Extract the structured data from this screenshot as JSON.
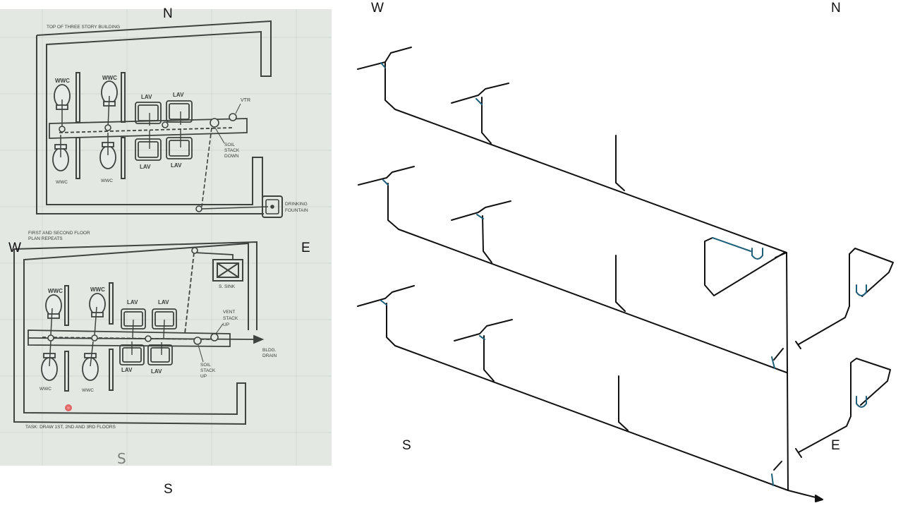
{
  "compass": {
    "photo_north": "N",
    "photo_west": "W",
    "photo_east": "E",
    "photo_south": "S",
    "iso_west": "W",
    "iso_north": "N",
    "iso_south": "S",
    "iso_east": "E"
  },
  "plan": {
    "top_title": "TOP OF THREE STORY BUILDING",
    "wwc": "WWC",
    "wwc_lower": "WWC",
    "lav": "LAV",
    "vtr": "VTR",
    "soil_stack_down": [
      "SOIL",
      "STACK",
      "DOWN"
    ],
    "drinking_fountain": [
      "DRINKING",
      "FOUNTAIN"
    ],
    "floor_note": [
      "FIRST AND SECOND FLOOR",
      "PLAN REPEATS"
    ],
    "s_sink": "S. SINK",
    "vent_stack_up": [
      "VENT",
      "STACK",
      "UP"
    ],
    "soil_stack_up": [
      "SOIL",
      "STACK",
      "UP"
    ],
    "bldg_drain": [
      "BLDG.",
      "DRAIN"
    ],
    "task": "TASK: DRAW 1ST, 2ND AND 3RD FLOORS",
    "handwritten": "S"
  },
  "colors": {
    "pipe": "#111111",
    "trap": "#1f5f7a",
    "paper": "#e3e8e3",
    "ink": "#3a3d3a"
  }
}
